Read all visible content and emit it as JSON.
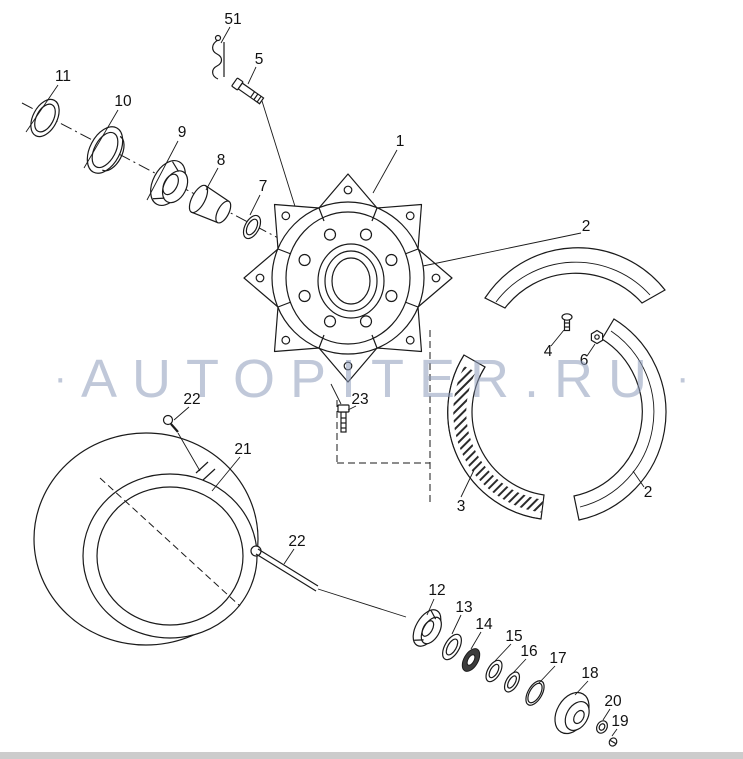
{
  "watermark": {
    "left_ornament": "·",
    "text": "AUTOPITER.RU",
    "right_ornament": "·"
  },
  "colors": {
    "ink": "#1a1a1a",
    "watermark": "#8c9bb9",
    "footer_bar": "#cccccc",
    "background": "#ffffff"
  },
  "labels": {
    "l51": "51",
    "l5": "5",
    "l11": "11",
    "l10": "10",
    "l9": "9",
    "l8": "8",
    "l7": "7",
    "l1": "1",
    "l2a": "2",
    "l2b": "2",
    "l3": "3",
    "l4": "4",
    "l6": "6",
    "l21": "21",
    "l22a": "22",
    "l22b": "22",
    "l23": "23",
    "l12": "12",
    "l13": "13",
    "l14": "14",
    "l15": "15",
    "l16": "16",
    "l17": "17",
    "l18": "18",
    "l19": "19",
    "l20": "20"
  }
}
